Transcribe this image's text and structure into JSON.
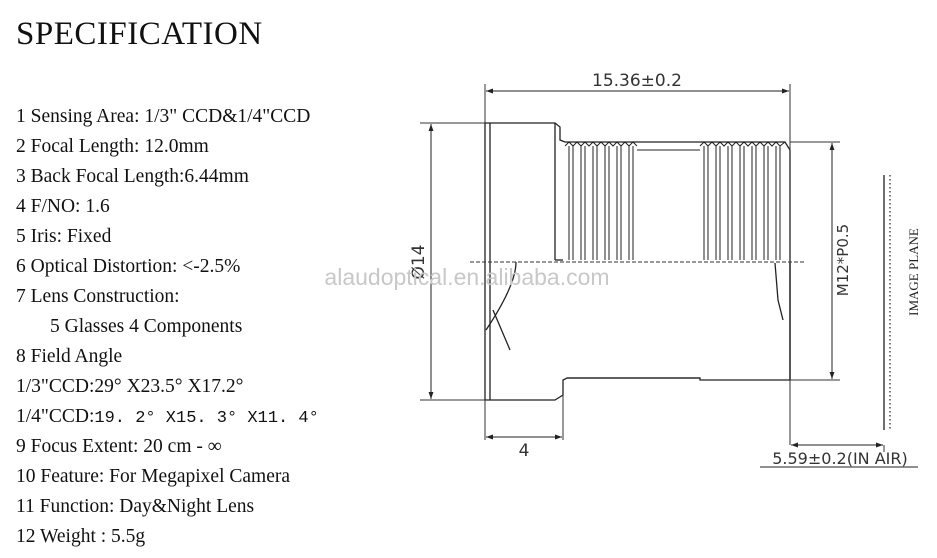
{
  "title": "SPECIFICATION",
  "specs": [
    {
      "label": "1  Sensing Area: 1/3\" CCD&1/4\"CCD"
    },
    {
      "label": "2  Focal Length: 12.0mm"
    },
    {
      "label": "3  Back Focal Length:6.44mm"
    },
    {
      "label": "4  F/NO: 1.6"
    },
    {
      "label": "5  Iris: Fixed"
    },
    {
      "label": "6  Optical Distortion: <-2.5%"
    },
    {
      "label": "7  Lens Construction:"
    },
    {
      "label": "5 Glasses  4 Components"
    },
    {
      "label": "8 Field Angle"
    },
    {
      "label": "1/3\"CCD:29° X23.5° X17.2°"
    },
    {
      "label": "1/4\"CCD:",
      "value": "19. 2° X15. 3° X11. 4°"
    },
    {
      "label": "9  Focus Extent: 20 cm - ∞"
    },
    {
      "label": "10 Feature: For Megapixel Camera"
    },
    {
      "label": "11 Function: Day&Night Lens"
    },
    {
      "label": "12 Weight : 5.5g"
    }
  ],
  "drawing": {
    "dim_length": "15.36±0.2",
    "dim_diameter": "Ø14",
    "dim_thread": "M12*P0.5",
    "dim_flange": "4",
    "dim_back_focus": "5.59±0.2(IN AIR)",
    "image_plane_label": "IMAGE PLANE",
    "watermark": "alaudoptical.en.alibaba.com"
  }
}
